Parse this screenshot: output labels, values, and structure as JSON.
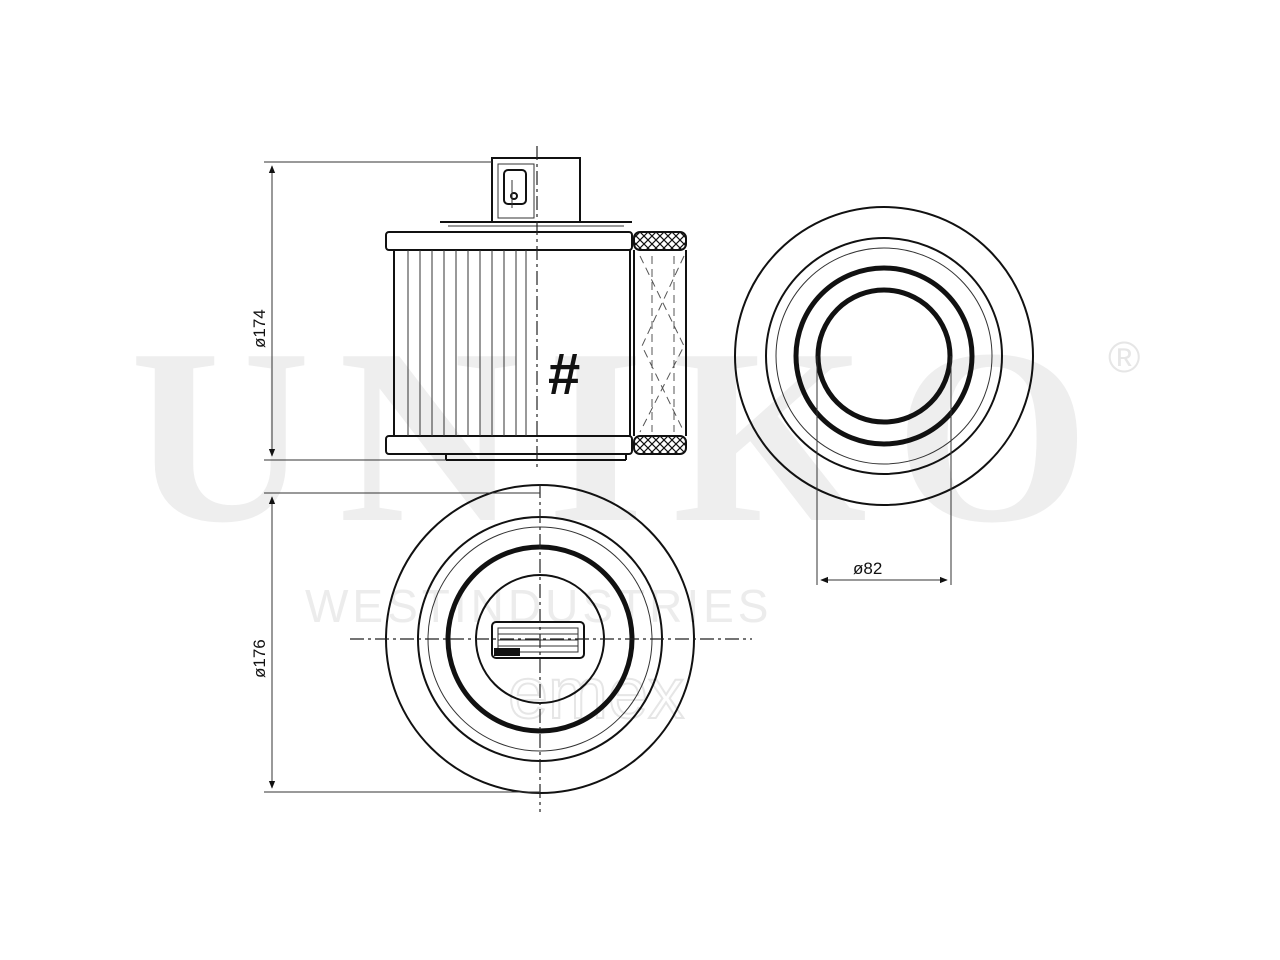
{
  "watermark": {
    "brand": "UNIKO",
    "registered_mark": "®",
    "tagline": "WESTINDUSTRIES",
    "overlay": "emex"
  },
  "dimensions": {
    "height_label": "ø174",
    "outer_diameter_label": "ø176",
    "inner_diameter_label": "ø82"
  },
  "symbols": {
    "hash_mark": "#"
  }
}
